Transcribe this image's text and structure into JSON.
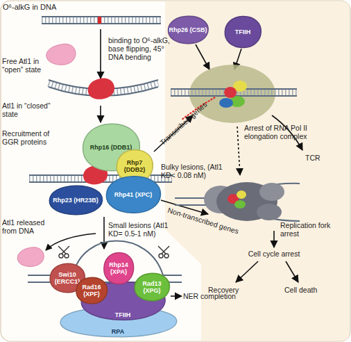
{
  "diagram": {
    "nodes": [
      {
        "text": [
          "Rhp26 (CSB)"
        ]
      },
      {
        "text": [
          "TFIIH"
        ]
      },
      {
        "text": [
          "Rhp16 (DDB1)"
        ]
      },
      {
        "text": [
          "Rhp7 (DDB2)"
        ]
      },
      {
        "text": [
          "Rhp41 (XPC)"
        ]
      },
      {
        "text": [
          "Rhp23 (HR23B)"
        ]
      },
      {
        "text": [
          "Rhp14 (XPA)"
        ]
      },
      {
        "text": [
          "Swi10 (ERCC1)"
        ]
      },
      {
        "text": [
          "Rad16 (XPF)"
        ]
      },
      {
        "text": [
          "Rad13 (XPG)"
        ]
      },
      {
        "text": [
          "TFIIH"
        ]
      },
      {
        "text": [
          "RPA"
        ]
      }
    ],
    "labels": [
      "O⁶-alkG in DNA",
      "Free Atl1 in “open” state",
      "binding to O⁶-alkG, base flipping, 45° DNA bending",
      "Atl1 in “closed” state",
      "Recruitment of GGR proteins",
      "Bulky lesions, (Atl1 KD< 0.08 nM)",
      "Small lesions (Atl1 KD= 0.5-1 nM)",
      "Atl1 released from DNA",
      "NER completion",
      "Transcribed genes",
      "Non-transcribed genes",
      "Arrest of RNA Pol II elongation complex",
      "TCR",
      "Replication fork arrest",
      "Cell cycle arrest",
      "Recovery",
      "Cell death"
    ]
  }
}
